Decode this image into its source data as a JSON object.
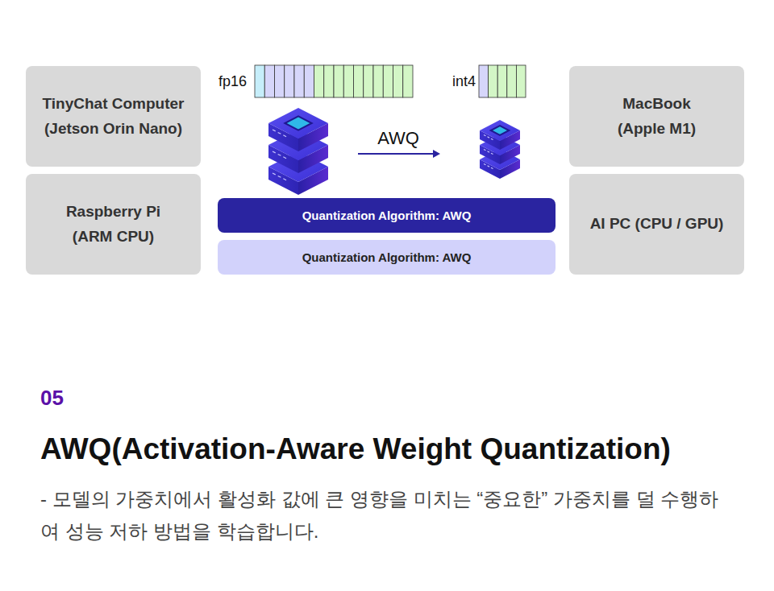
{
  "diagram": {
    "title": "AWQ(Activation-Aware Weight Quantization)",
    "caption": "- 모델의 가중치에서 활성화 값에 큰 영향을 미치는 “중요한” 가중치를 덜 수행하여 성능 저하 방법을 학습합니다.",
    "nodes": [
      {
        "text": [
          "TinyChat Computer (Jetson Orin Nano)"
        ]
      },
      {
        "text": [
          "MacBook (Apple M1)"
        ]
      },
      {
        "text": [
          "Raspberry Pi (ARM CPU)"
        ]
      },
      {
        "text": [
          "Quantization Algorithm: AWQ"
        ]
      },
      {
        "text": [
          "Quantization Algorithm: AWQ"
        ]
      },
      {
        "text": [
          "AI PC (CPU / GPU)"
        ]
      }
    ],
    "labels": [
      "fp16",
      "int4",
      "AWQ",
      "05"
    ]
  }
}
